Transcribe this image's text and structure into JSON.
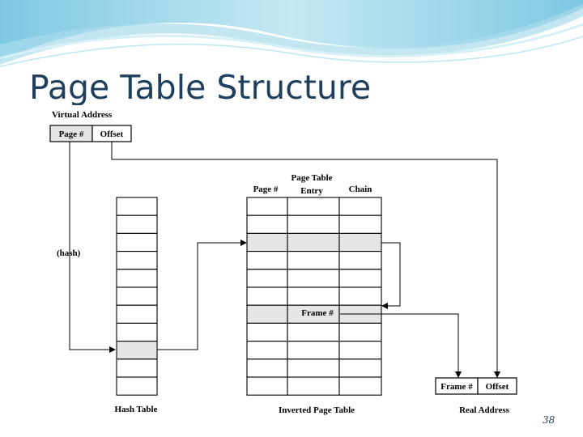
{
  "slide": {
    "title": "Page Table Structure",
    "number": "38"
  },
  "diagram": {
    "virtual_address": {
      "label": "Virtual Address",
      "fields": [
        "Page #",
        "Offset"
      ]
    },
    "hash_label": "(hash)",
    "hash_table": {
      "label": "Hash Table",
      "rows": 11,
      "highlighted_row": 8
    },
    "inverted_page_table": {
      "label": "Inverted Page Table",
      "columns": [
        "Page #",
        "Page Table Entry",
        "Chain"
      ],
      "page_table_label_lines": [
        "Page Table",
        "Entry"
      ],
      "rows": 11,
      "highlighted_rows": [
        2,
        6
      ],
      "frame_label": "Frame #"
    },
    "real_address": {
      "label": "Real Address",
      "fields": [
        "Frame #",
        "Offset"
      ]
    },
    "colors": {
      "highlight": "#e6e6e6",
      "line": "#000000",
      "title": "#1f3f5e",
      "wave": "#8fd3e8"
    }
  }
}
